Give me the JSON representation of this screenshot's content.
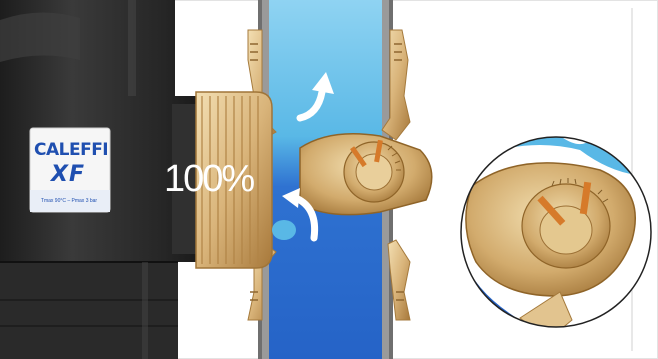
{
  "label": {
    "brand": "CALEFFI",
    "model": "XF",
    "spec": "Tmax 90°C – Pmax 3 bar"
  },
  "valve_opening": "100%",
  "icons": [
    "filter-body",
    "flow-arrow-up",
    "flow-arrow-curve",
    "valve-knob",
    "detail-magnifier"
  ],
  "colors": {
    "water_light": "#59b8e6",
    "water_dark": "#2563c7",
    "brass": "#e2c48f",
    "brass_dark": "#b98f4d",
    "body_dark": "#2d2d2d",
    "pipe_wall": "#8f8f8f",
    "indicator": "#d67a2a"
  }
}
